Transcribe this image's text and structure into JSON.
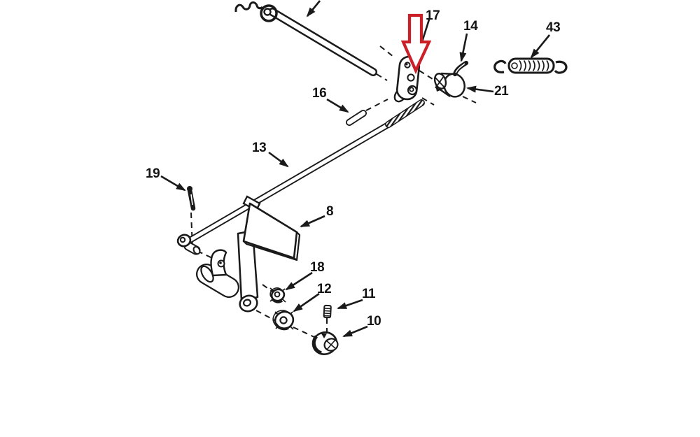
{
  "diagram": {
    "type": "exploded-parts-diagram",
    "background_color": "#ffffff",
    "line_color": "#1a1a1a",
    "highlight_color": "#cb2027",
    "highlighted_callout": "17",
    "callouts": [
      {
        "label": "17",
        "part": "pivot-bracket"
      },
      {
        "label": "14",
        "part": "curved-pin"
      },
      {
        "label": "43",
        "part": "extension-spring"
      },
      {
        "label": "21",
        "part": "knob-roller"
      },
      {
        "label": "16",
        "part": "straight-pin"
      },
      {
        "label": "13",
        "part": "control-rod"
      },
      {
        "label": "19",
        "part": "cotter-pin"
      },
      {
        "label": "8",
        "part": "pedal-plate"
      },
      {
        "label": "18",
        "part": "nut"
      },
      {
        "label": "12",
        "part": "washer"
      },
      {
        "label": "11",
        "part": "set-screw"
      },
      {
        "label": "10",
        "part": "roller-spacer"
      }
    ]
  }
}
